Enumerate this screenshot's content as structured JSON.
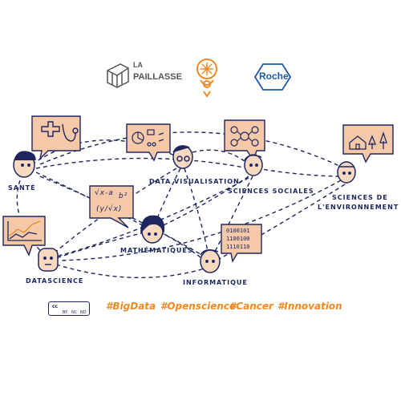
{
  "logos": {
    "lapaillasse_line1": "LA",
    "lapaillasse_line2": "PAILLASSE",
    "roche": "Roche"
  },
  "nodes": {
    "sante": "SANTÉ",
    "datavisualisation": "DATA VISUALISATION",
    "sciences_sociales": "SCIENCES SOCIALES",
    "sciences_environnement_line1": "SCIENCES DE",
    "sciences_environnement_line2": "L'ENVIRONNEMENT",
    "mathematiques": "MATHÉMATIQUES",
    "datascience": "DATASCIENCE",
    "informatique": "INFORMATIQUE"
  },
  "bubbles": {
    "math_formula_1": "√x-a",
    "math_formula_2": "b²",
    "math_formula_3": "(y/√x)",
    "binary": [
      "0100101",
      "1100100",
      "1110110"
    ]
  },
  "license": {
    "cc": "cc",
    "by": "BY",
    "nc": "NC",
    "nd": "ND"
  },
  "hashtags": [
    "#BigData",
    "#Openscience",
    "#Cancer",
    "#Innovation"
  ],
  "colors": {
    "ink": "#1e2660",
    "bubble_fill": "#f5c9a8",
    "accent_orange": "#f08a24",
    "face_fill": "#f7d9c0",
    "roche_blue": "#1f5aa8",
    "logo_grey": "#555555"
  }
}
